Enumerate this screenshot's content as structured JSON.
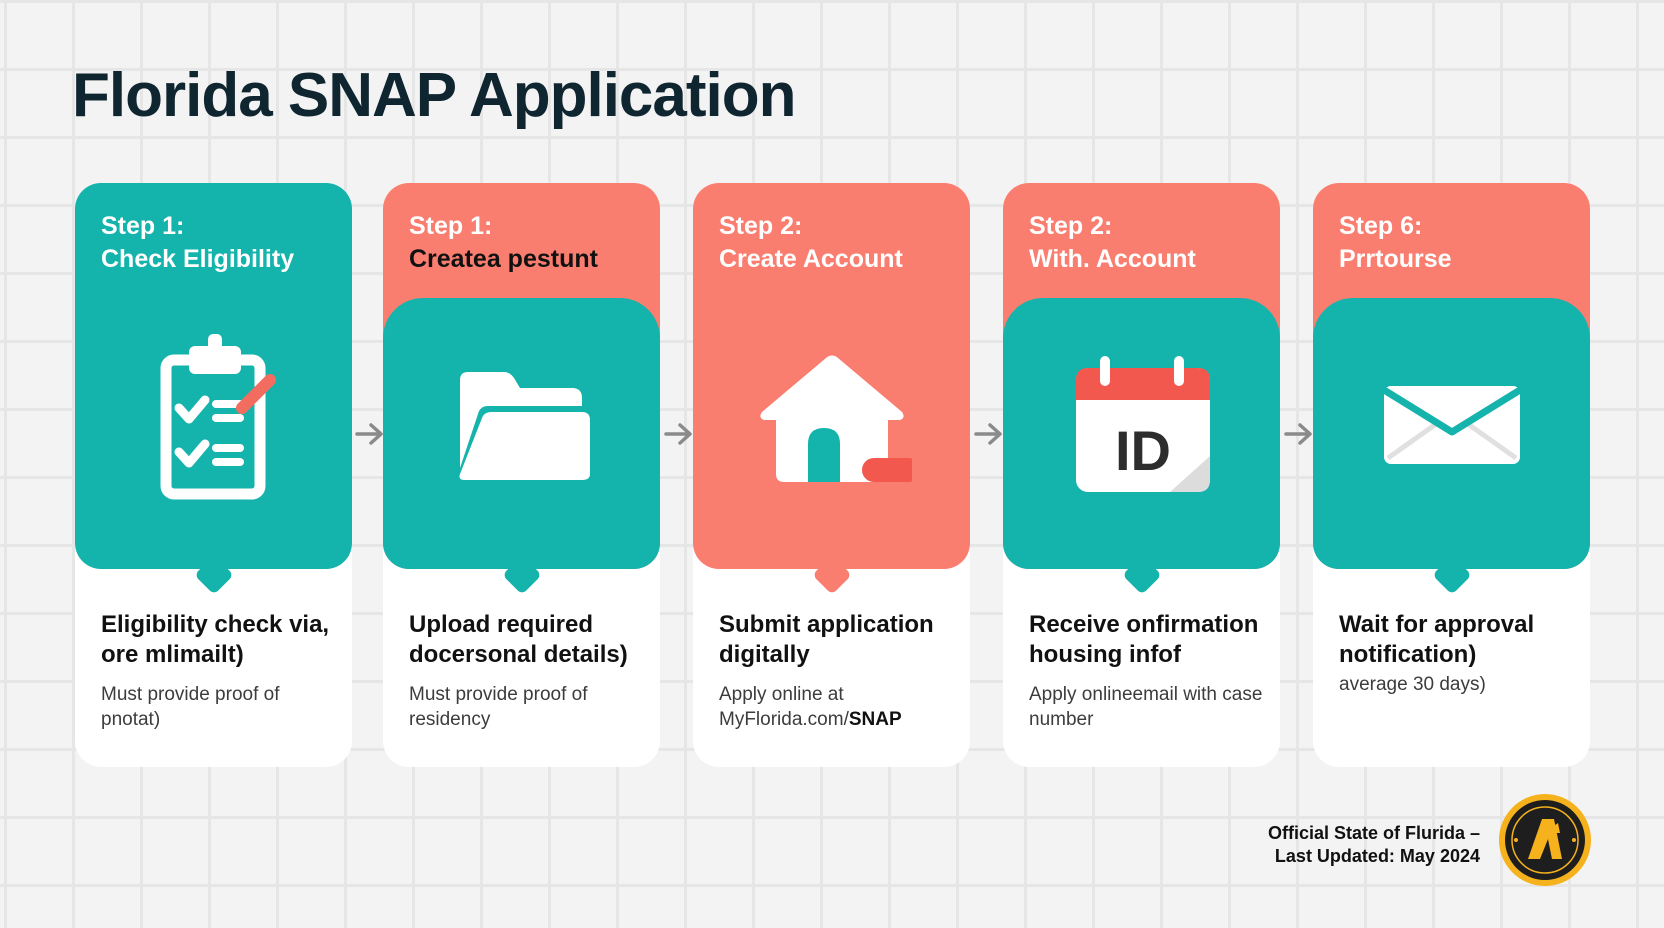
{
  "page": {
    "title": "Florida SNAP Application"
  },
  "colors": {
    "teal": "#14b3ac",
    "coral": "#fa7e70",
    "title_text": "#0f2530",
    "background": "#f3f3f3"
  },
  "steps": [
    {
      "step_label": "Step 1:",
      "step_name": "Check Eligibility",
      "header_color": "teal",
      "icon": "clipboard-checklist-icon",
      "description_title": "Eligibility check via, ore mlimailt)",
      "description_sub": "Must provide proof of pnotat)"
    },
    {
      "step_label": "Step 1:",
      "step_name": "Createa pestunt",
      "header_color": "coral",
      "icon": "folder-icon",
      "description_title": "Upload required docersonal details)",
      "description_sub": "Must provide proof of residency"
    },
    {
      "step_label": "Step 2:",
      "step_name": "Create Account",
      "header_color": "coral",
      "icon": "house-icon",
      "description_title": "Submit application digitally",
      "description_sub_prefix": "Apply online at MyFlorida.com/",
      "description_sub_bold": "SNAP"
    },
    {
      "step_label": "Step 2:",
      "step_name": "With. Account",
      "header_color": "coral",
      "icon": "id-calendar-icon",
      "id_text": "ID",
      "description_title": "Receive onfirmation housing infof",
      "description_sub": "Apply onlineemail with case number"
    },
    {
      "step_label": "Step 6:",
      "step_name": "Prrtourse",
      "header_color": "coral",
      "icon": "envelope-icon",
      "description_title": "Wait for approval notification)",
      "description_sub": "average 30 days)"
    }
  ],
  "footer": {
    "line1": "Official State of Flurida –",
    "line2": "Last Updated: May 2024",
    "badge_icon": "official-seal-icon"
  }
}
